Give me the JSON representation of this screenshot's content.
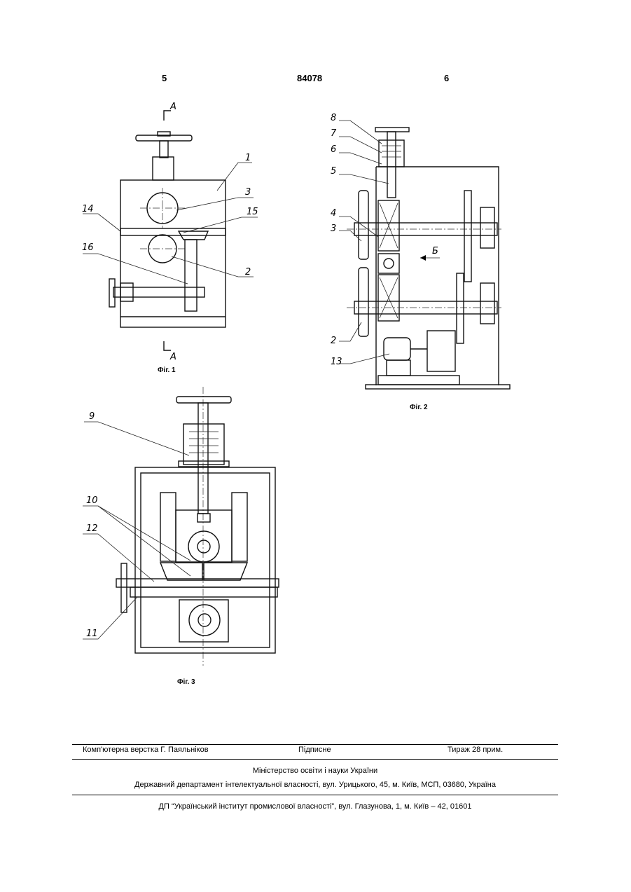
{
  "header": {
    "page_left": "5",
    "patent_number": "84078",
    "page_right": "6"
  },
  "figures": [
    {
      "caption": "Фіг. 1",
      "section_marks": [
        "А",
        "А"
      ],
      "labels": [
        "1",
        "3",
        "14",
        "15",
        "16",
        "2"
      ]
    },
    {
      "caption": "Фіг. 2",
      "view_mark": "Б",
      "labels": [
        "8",
        "7",
        "6",
        "5",
        "4",
        "3",
        "2",
        "13"
      ]
    },
    {
      "caption": "Фіг. 3",
      "labels": [
        "9",
        "10",
        "12",
        "11"
      ]
    }
  ],
  "footer": {
    "typesetting": "Комп'ютерна верстка Г. Паяльніков",
    "signed": "Підписне",
    "circulation": "Тираж 28 прим.",
    "ministry": "Міністерство освіти і науки України",
    "department": "Державний департамент інтелектуальної власності, вул. Урицького, 45, м. Київ, МСП, 03680, Україна",
    "institute": "ДП “Український інститут промислової власності”, вул. Глазунова, 1, м. Київ – 42, 01601"
  }
}
